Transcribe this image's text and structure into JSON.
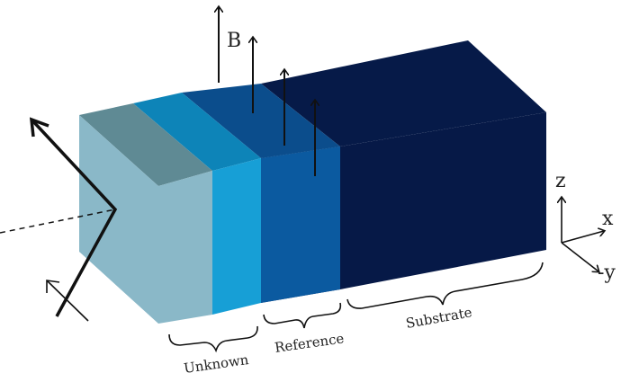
{
  "labels": {
    "field": "B",
    "axis_z": "z",
    "axis_x": "x",
    "axis_y": "-y",
    "region_unknown": "Unknown",
    "region_reference": "Reference",
    "region_substrate": "Substrate"
  },
  "colors": {
    "cap_front": "#8ab8c8",
    "cap_top": "#5f8a94",
    "unknown_front": "#179fd6",
    "unknown_top": "#0d84b8",
    "reference_front": "#0b5aa0",
    "reference_top": "#0b4d8c",
    "substrate_front": "#071f55",
    "substrate_top": "#061a48",
    "substrate_side": "#061947"
  }
}
